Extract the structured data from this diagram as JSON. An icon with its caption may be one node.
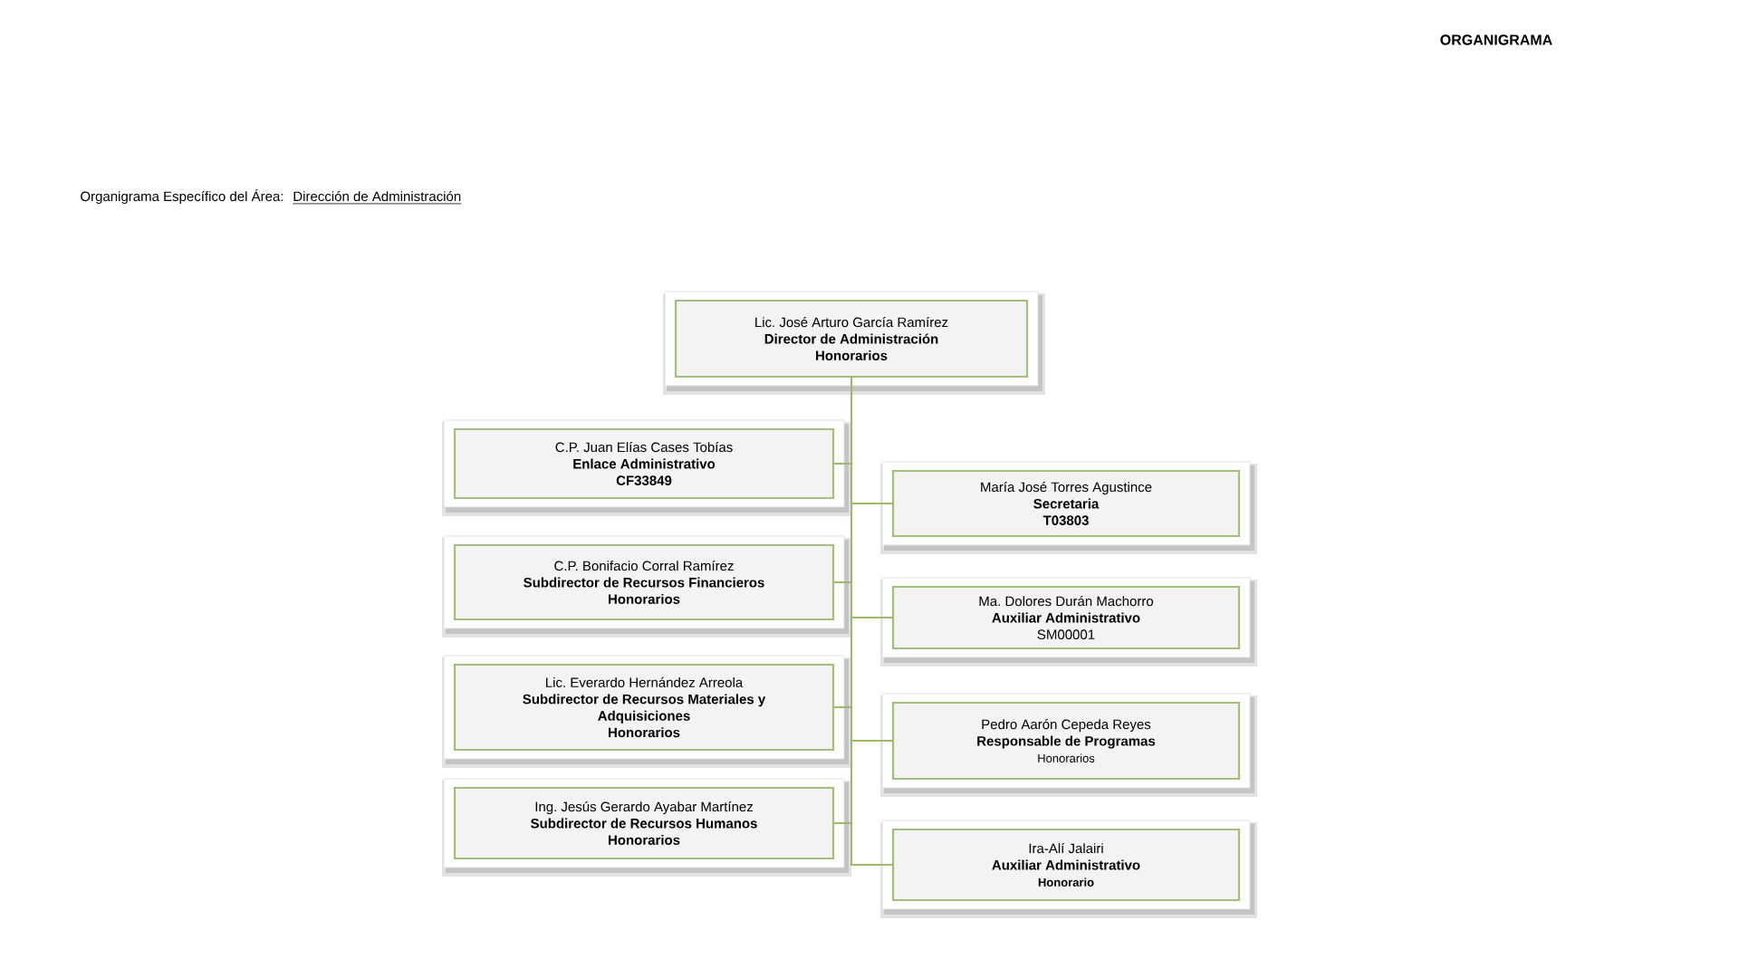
{
  "diagram": {
    "title": "ORGANIGRAMA",
    "nodes": [
      {
        "text": [
          "Lic. José Arturo García Ramírez",
          "Director de Administración",
          "Honorarios"
        ]
      },
      {
        "text": [
          "C.P. Juan Elías Cases Tobías",
          "Enlace Administrativo",
          "CF33849"
        ]
      },
      {
        "text": [
          "C.P. Bonifacio Corral Ramírez",
          "Subdirector de Recursos Financieros",
          "Honorarios"
        ]
      },
      {
        "text": [
          "Lic. Everardo Hernández Arreola",
          "Subdirector de Recursos Materiales y Adquisiciones",
          "Honorarios"
        ]
      },
      {
        "text": [
          "Ing. Jesús Gerardo Ayabar Martínez",
          "Subdirector de Recursos Humanos",
          "Honorarios"
        ]
      },
      {
        "text": [
          "María José Torres Agustince",
          "Secretaria",
          "T03803"
        ]
      },
      {
        "text": [
          "Ma. Dolores Durán Machorro",
          "Auxiliar Administrativo",
          "SM00001"
        ]
      },
      {
        "text": [
          "Pedro Aarón Cepeda Reyes",
          "Responsable de Programas",
          "Honorarios"
        ]
      },
      {
        "text": [
          "Ira-Alí Jalairi",
          "Auxiliar Administrativo",
          "Honorario"
        ]
      }
    ],
    "edges": [
      {
        "from": 0,
        "to": 1,
        "arrow": "none"
      },
      {
        "from": 0,
        "to": 2,
        "arrow": "none"
      },
      {
        "from": 0,
        "to": 3,
        "arrow": "none"
      },
      {
        "from": 0,
        "to": 4,
        "arrow": "none"
      },
      {
        "from": 0,
        "to": 5,
        "arrow": "none"
      },
      {
        "from": 0,
        "to": 6,
        "arrow": "none"
      },
      {
        "from": 0,
        "to": 7,
        "arrow": "none"
      },
      {
        "from": 0,
        "to": 8,
        "arrow": "none"
      }
    ],
    "labels": [
      "Organigrama Específico del Área:",
      "Dirección de Administración"
    ]
  }
}
